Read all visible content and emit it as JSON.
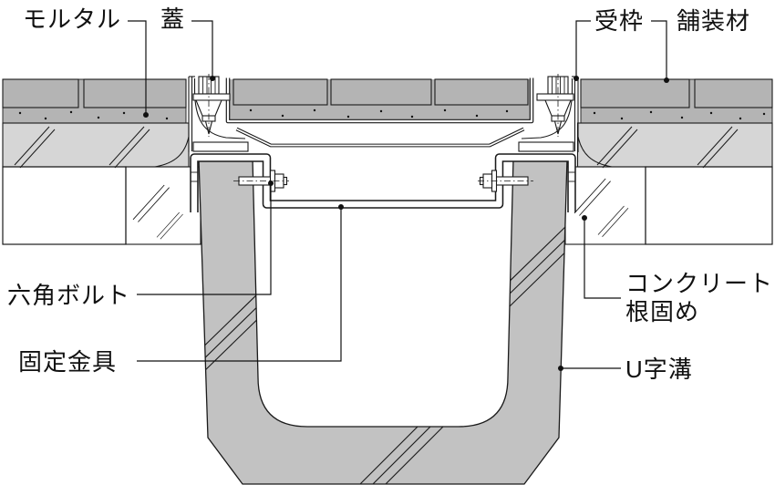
{
  "labels": {
    "mortar": "モルタル",
    "lid": "蓋",
    "receiving_frame": "受枠",
    "paving_material": "舗装材",
    "hex_bolt": "六角ボルト",
    "fixing_bracket": "固定金具",
    "concrete_anchor_line1": "コンクリート",
    "concrete_anchor_line2": "根固め",
    "u_channel": "U字溝"
  },
  "colors": {
    "line": "#1a1a1a",
    "paving_fill": "#e9e9e9",
    "mortar_fill": "#b4b4b4",
    "concrete_fill": "#d6d6d6",
    "channel_fill": "#c2c2c2",
    "background": "#ffffff"
  }
}
